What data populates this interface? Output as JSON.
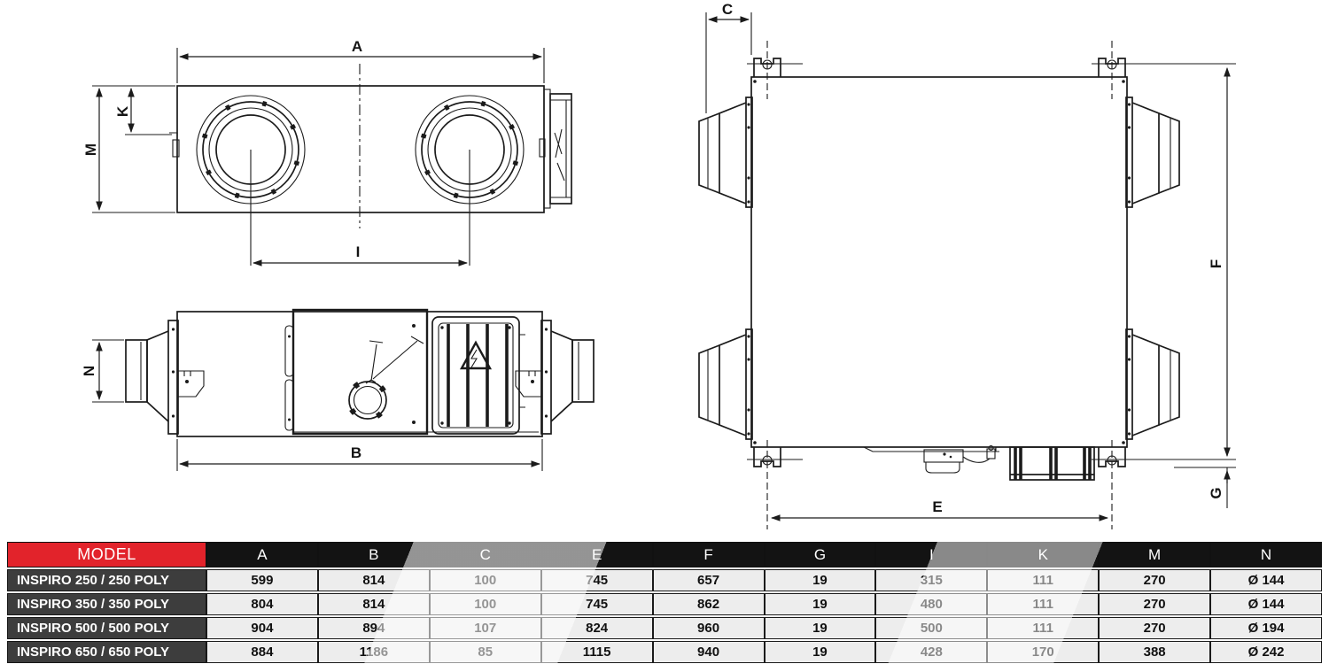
{
  "drawing": {
    "top_view": {
      "dim_a": "A",
      "dim_k": "K",
      "dim_m": "M",
      "dim_i": "I"
    },
    "side_view": {
      "dim_n": "N",
      "dim_b": "B"
    },
    "end_view": {
      "dim_c": "C",
      "dim_f": "F",
      "dim_g": "G",
      "dim_e": "E"
    }
  },
  "table": {
    "headers": [
      "MODEL",
      "A",
      "B",
      "C",
      "E",
      "F",
      "G",
      "I",
      "K",
      "M",
      "N"
    ],
    "rows": [
      {
        "model": "INSPIRO 250 / 250 POLY",
        "values": [
          "599",
          "814",
          "100",
          "745",
          "657",
          "19",
          "315",
          "111",
          "270",
          "Ø 144"
        ]
      },
      {
        "model": "INSPIRO 350 / 350 POLY",
        "values": [
          "804",
          "814",
          "100",
          "745",
          "862",
          "19",
          "480",
          "111",
          "270",
          "Ø 144"
        ]
      },
      {
        "model": "INSPIRO 500 / 500 POLY",
        "values": [
          "904",
          "894",
          "107",
          "824",
          "960",
          "19",
          "500",
          "111",
          "270",
          "Ø 194"
        ]
      },
      {
        "model": "INSPIRO 650 / 650 POLY",
        "values": [
          "884",
          "1186",
          "85",
          "1115",
          "940",
          "19",
          "428",
          "170",
          "388",
          "Ø 242"
        ]
      }
    ]
  },
  "colors": {
    "model_header_bg": "#e2232b",
    "header_bg": "#131313",
    "model_cell_bg": "#3d3d3d",
    "value_cell_bg": "#ededed",
    "line": "#1b1b1b"
  }
}
